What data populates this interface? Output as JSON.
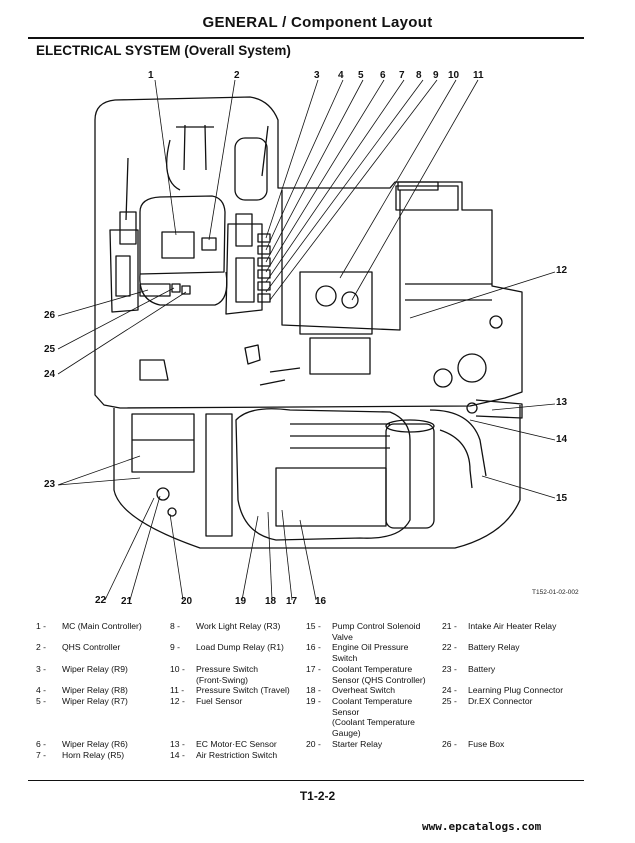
{
  "header": {
    "title": "GENERAL / Component Layout",
    "section": "ELECTRICAL SYSTEM (Overall System)"
  },
  "figure": {
    "id": "T152-01-02-002",
    "callouts": [
      "1",
      "2",
      "3",
      "4",
      "5",
      "6",
      "7",
      "8",
      "9",
      "10",
      "11",
      "12",
      "13",
      "14",
      "15",
      "16",
      "17",
      "18",
      "19",
      "20",
      "21",
      "22",
      "23",
      "24",
      "25",
      "26"
    ]
  },
  "legend": [
    {
      "num": "1 -",
      "text": "MC (Main Controller)"
    },
    {
      "num": "2 -",
      "text": "QHS Controller"
    },
    {
      "num": "3 -",
      "text": "Wiper Relay (R9)"
    },
    {
      "num": "4 -",
      "text": "Wiper Relay (R8)"
    },
    {
      "num": "5 -",
      "text": "Wiper Relay (R7)"
    },
    {
      "num": "6 -",
      "text": "Wiper Relay (R6)"
    },
    {
      "num": "7 -",
      "text": "Horn Relay (R5)"
    },
    {
      "num": "8 -",
      "text": "Work Light Relay (R3)"
    },
    {
      "num": "9 -",
      "text": "Load Dump Relay (R1)"
    },
    {
      "num": "10 -",
      "text": "Pressure Switch\n(Front-Swing)"
    },
    {
      "num": "11 -",
      "text": "Pressure Switch (Travel)"
    },
    {
      "num": "12 -",
      "text": "Fuel Sensor"
    },
    {
      "num": "13 -",
      "text": "EC Motor·EC Sensor"
    },
    {
      "num": "14 -",
      "text": "Air Restriction Switch"
    },
    {
      "num": "15 -",
      "text": "Pump Control Solenoid\nValve"
    },
    {
      "num": "16 -",
      "text": "Engine Oil Pressure\nSwitch"
    },
    {
      "num": "17 -",
      "text": "Coolant Temperature\nSensor (QHS Controller)"
    },
    {
      "num": "18 -",
      "text": "Overheat Switch"
    },
    {
      "num": "19 -",
      "text": "Coolant Temperature\nSensor\n(Coolant Temperature\nGauge)"
    },
    {
      "num": "20 -",
      "text": "Starter Relay"
    },
    {
      "num": "21 -",
      "text": "Intake Air Heater Relay"
    },
    {
      "num": "22 -",
      "text": "Battery Relay"
    },
    {
      "num": "23 -",
      "text": "Battery"
    },
    {
      "num": "24 -",
      "text": "Learning Plug Connector"
    },
    {
      "num": "25 -",
      "text": "Dr.EX Connector"
    },
    {
      "num": "26 -",
      "text": "Fuse Box"
    }
  ],
  "footer": {
    "page_number": "T1-2-2",
    "watermark": "www.epcatalogs.com"
  }
}
